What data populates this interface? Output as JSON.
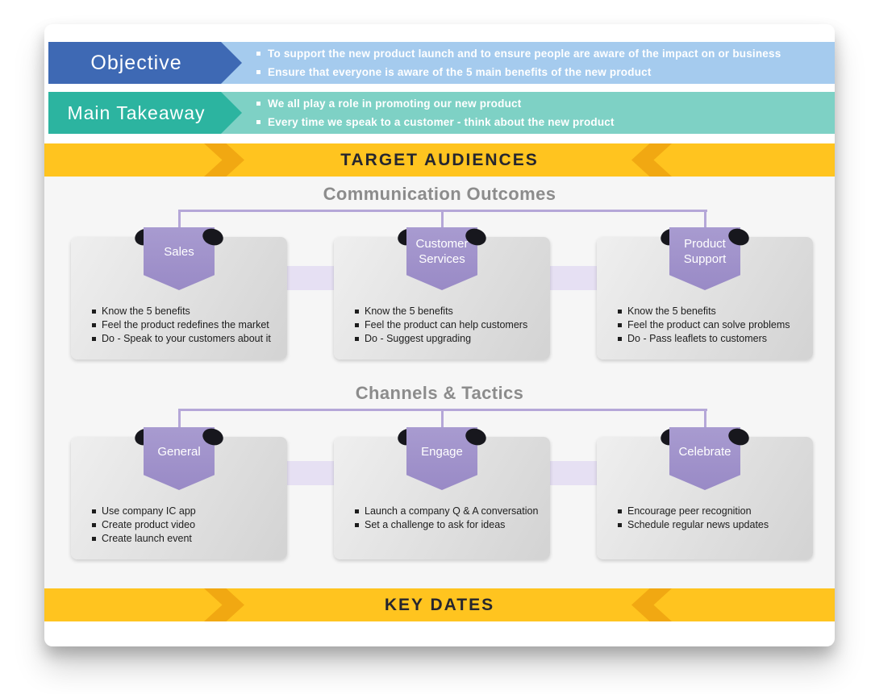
{
  "banners": {
    "objective": {
      "label": "Objective",
      "bullets": [
        "To support the new product launch and to ensure people are aware of the impact on or business",
        "Ensure that everyone is aware of the 5 main benefits of the new product"
      ]
    },
    "takeaway": {
      "label": "Main Takeaway",
      "bullets": [
        "We all play a role in promoting our new product",
        "Every time we speak to a customer - think about the new product"
      ]
    }
  },
  "bands": {
    "target_audiences": "TARGET AUDIENCES",
    "key_dates": "KEY DATES"
  },
  "sections": [
    {
      "title": "Communication Outcomes",
      "cards": [
        {
          "ribbon": "Sales",
          "bullets": [
            "Know the 5 benefits",
            "Feel the product redefines the market",
            "Do - Speak to your customers about it"
          ]
        },
        {
          "ribbon": "Customer Services",
          "bullets": [
            "Know the 5 benefits",
            "Feel the product can help customers",
            "Do - Suggest upgrading"
          ]
        },
        {
          "ribbon": "Product Support",
          "bullets": [
            "Know the 5 benefits",
            "Feel the product can solve problems",
            "Do - Pass leaflets to customers"
          ]
        }
      ]
    },
    {
      "title": "Channels & Tactics",
      "cards": [
        {
          "ribbon": "General",
          "bullets": [
            "Use company IC app",
            "Create product video",
            "Create launch event"
          ]
        },
        {
          "ribbon": "Engage",
          "bullets": [
            "Launch a company Q & A conversation",
            "Set a challenge to ask for ideas"
          ]
        },
        {
          "ribbon": "Celebrate",
          "bullets": [
            "Encourage peer recognition",
            "Schedule regular news updates"
          ]
        }
      ]
    }
  ],
  "colors": {
    "objective-banner": "#3e69b4",
    "objective-strip": "#a5cbee",
    "takeaway-banner": "#2cb4a0",
    "takeaway-strip": "#7ed1c5",
    "band-yellow": "#ffc41f",
    "band-yellow-dark": "#f1a812",
    "band-text": "#26262e",
    "ribbon": "#a89bd0",
    "ribbon-dark": "#998ac6",
    "connector": "#b5a7d8",
    "bridge": "#e6e0f3",
    "heading-gray": "#8c8c8c",
    "card-from": "#efefef",
    "card-to": "#d3d3d3"
  }
}
